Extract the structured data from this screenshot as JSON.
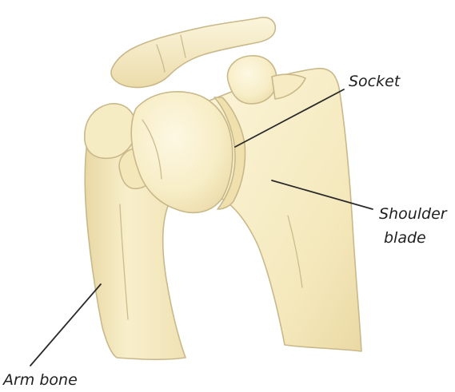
{
  "diagram": {
    "labels": {
      "socket": "Socket",
      "shoulder_blade_line1": "Shoulder",
      "shoulder_blade_line2": "blade",
      "arm_bone": "Arm bone"
    },
    "colors": {
      "bone_light": "#fbf3d3",
      "bone_mid": "#f3e6b6",
      "bone_shadow": "#e7d6a0",
      "outline": "#c9b889",
      "text": "#1f1f1f",
      "leader": "#2a2a2a"
    }
  }
}
